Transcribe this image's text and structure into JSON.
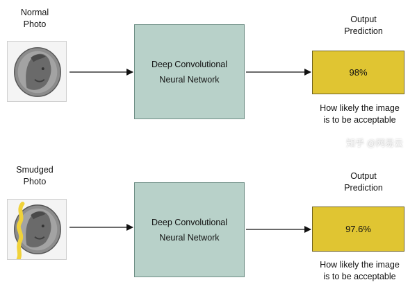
{
  "top_row": {
    "input_label_line1": "Normal",
    "input_label_line2": "Photo",
    "network_line1": "Deep Convolutional",
    "network_line2": "Neural Network",
    "output_label_line1": "Output",
    "output_label_line2": "Prediction",
    "prediction_value": "98%",
    "caption_line1": "How likely the image",
    "caption_line2": "is to be acceptable"
  },
  "bottom_row": {
    "input_label_line1": "Smudged",
    "input_label_line2": "Photo",
    "network_line1": "Deep Convolutional",
    "network_line2": "Neural Network",
    "output_label_line1": "Output",
    "output_label_line2": "Prediction",
    "prediction_value": "97.6%",
    "caption_line1": "How likely the image",
    "caption_line2": "is to be acceptable"
  },
  "watermark": "知乎 @网易云",
  "colors": {
    "network_box": "#b8d1c9",
    "prediction_box": "#e0c532",
    "smudge": "#f0d23a"
  }
}
